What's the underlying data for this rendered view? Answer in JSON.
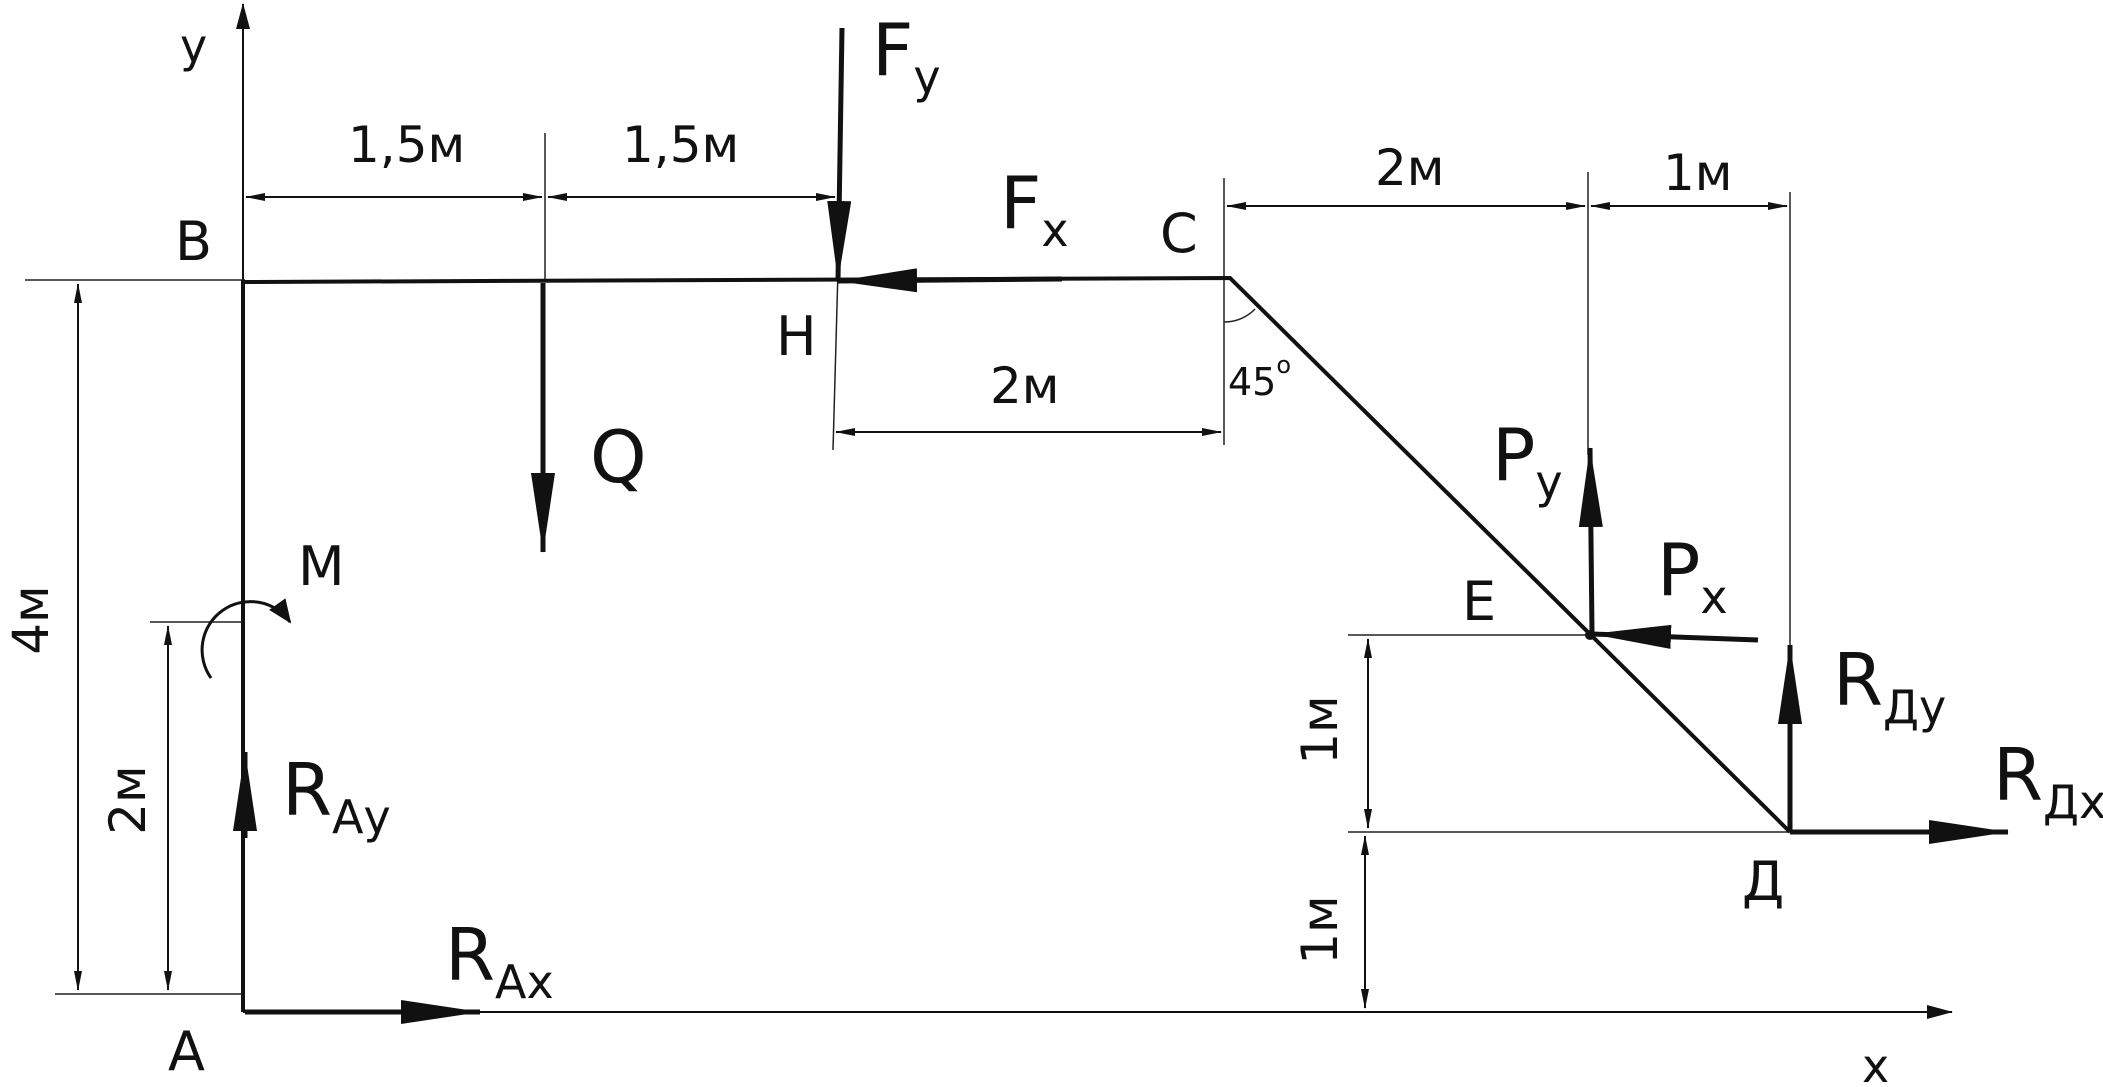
{
  "points": {
    "A": "A",
    "B": "B",
    "C": "C",
    "D": "Д",
    "E": "E",
    "H": "H"
  },
  "axes": {
    "x": "x",
    "y": "у"
  },
  "dimensions": {
    "bh_left": "1,5м",
    "bh_right": "1,5м",
    "cx": "2м",
    "cd": "1м",
    "hc": "2м",
    "height": "4м",
    "m_height": "2м",
    "e_above_d": "1м",
    "d_above_x": "1м"
  },
  "angle": {
    "value": "45",
    "unit": "o"
  },
  "forces": {
    "Fy": {
      "main": "F",
      "sub": "у"
    },
    "Fx": {
      "main": "F",
      "sub": "x"
    },
    "Q": {
      "main": "Q"
    },
    "M": {
      "main": "M"
    },
    "RAy": {
      "main": "R",
      "sub": "Ау"
    },
    "RAx": {
      "main": "R",
      "sub": "Ax"
    },
    "Py": {
      "main": "P",
      "sub": "у"
    },
    "Px": {
      "main": "P",
      "sub": "x"
    },
    "RDy": {
      "main": "R",
      "sub": "Ду"
    },
    "RDx": {
      "main": "R",
      "sub": "Дx"
    }
  }
}
